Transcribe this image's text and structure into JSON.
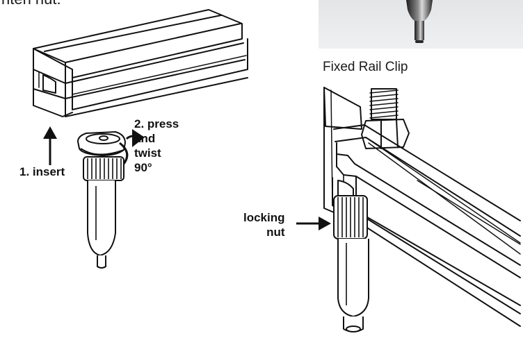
{
  "header": {
    "cut_text": "nten nut."
  },
  "photo": {
    "caption": "Fixed Rail Clip"
  },
  "left_figure": {
    "insert_label": "1. insert",
    "press_label": "2. press\nand\ntwist\n90°"
  },
  "right_figure": {
    "locking_label": "locking\n  nut"
  },
  "colors": {
    "line": "#111111",
    "photo_bg": "#e6e8ea",
    "metal_dark": "#3a3a3a"
  }
}
